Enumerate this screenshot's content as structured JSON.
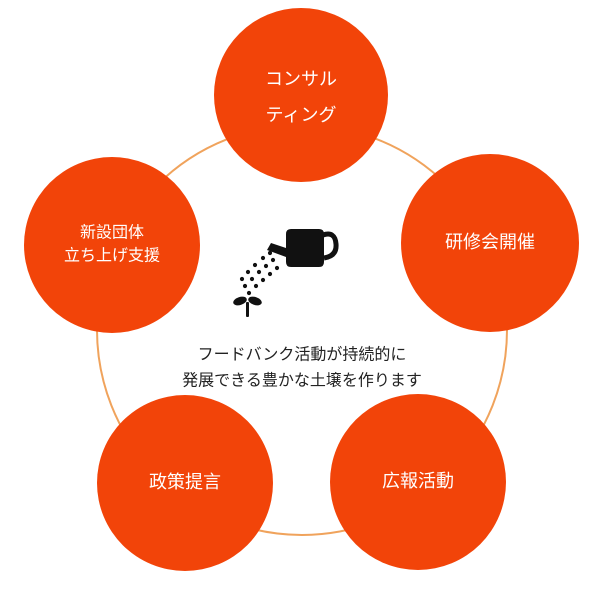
{
  "colors": {
    "node_fill": "#f24409",
    "ring": "#f0a35c",
    "node_text": "#ffffff",
    "center_text": "#222222",
    "icon": "#111111"
  },
  "center": {
    "line1": "フードバンク活動が持続的に",
    "line2": "発展できる豊かな土壌を作ります",
    "icon": "watering-can-sprout-icon"
  },
  "nodes": [
    {
      "id": "consulting",
      "line1": "コンサル",
      "line2": "ティング"
    },
    {
      "id": "training",
      "line1": "研修会開催",
      "line2": ""
    },
    {
      "id": "pr",
      "line1": "広報活動",
      "line2": ""
    },
    {
      "id": "policy",
      "line1": "政策提言",
      "line2": ""
    },
    {
      "id": "new-org-support",
      "line1": "新設団体",
      "line2": "立ち上げ支援"
    }
  ]
}
